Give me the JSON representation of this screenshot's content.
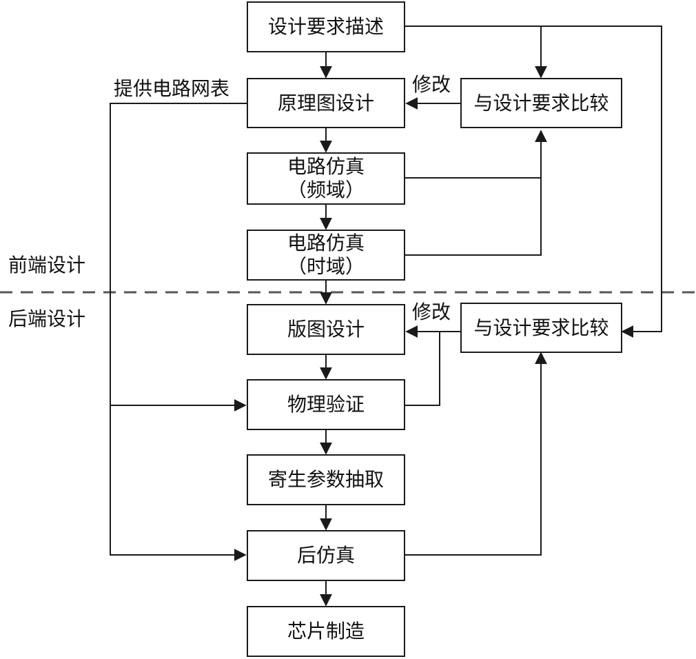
{
  "boxes": {
    "design_spec": "设计要求描述",
    "schematic": "原理图设计",
    "sim_freq_1": "电路仿真",
    "sim_freq_2": "（频域）",
    "sim_time_1": "电路仿真",
    "sim_time_2": "（时域）",
    "compare_front": "与设计要求比较",
    "layout": "版图设计",
    "compare_back": "与设计要求比较",
    "physical_verification": "物理验证",
    "parasitic_extraction": "寄生参数抽取",
    "post_sim": "后仿真",
    "fabrication": "芯片制造"
  },
  "labels": {
    "netlist": "提供电路网表",
    "modify_front": "修改",
    "modify_back": "修改",
    "front_end": "前端设计",
    "back_end": "后端设计"
  }
}
